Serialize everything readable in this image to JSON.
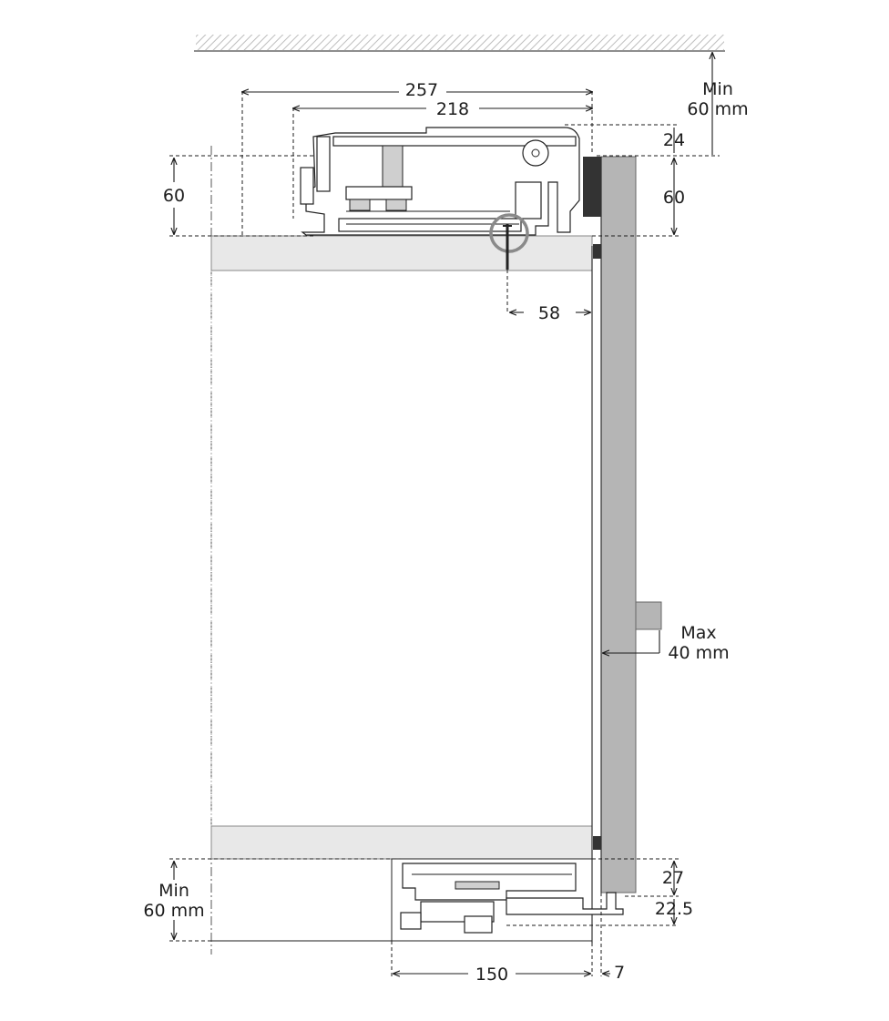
{
  "labels": {
    "top_overall_width": "257",
    "top_inner_width": "218",
    "ceiling_gap_line1": "Min",
    "ceiling_gap_line2": "60 mm",
    "top_offset": "24",
    "left_height": "60",
    "right_height": "60",
    "screw_offset": "58",
    "handle_line1": "Max",
    "handle_line2": "40 mm",
    "bottom_left_line1": "Min",
    "bottom_left_line2": "60 mm",
    "bottom_right_upper": "27",
    "bottom_right_lower": "22.5",
    "bottom_width": "150",
    "bottom_offset": "7"
  },
  "colors": {
    "line": "#1d1d1d",
    "panel": "#b5b5b5",
    "shelf": "#e8e8e8",
    "seal": "#333333",
    "screw_circle": "#8a8a8a"
  }
}
